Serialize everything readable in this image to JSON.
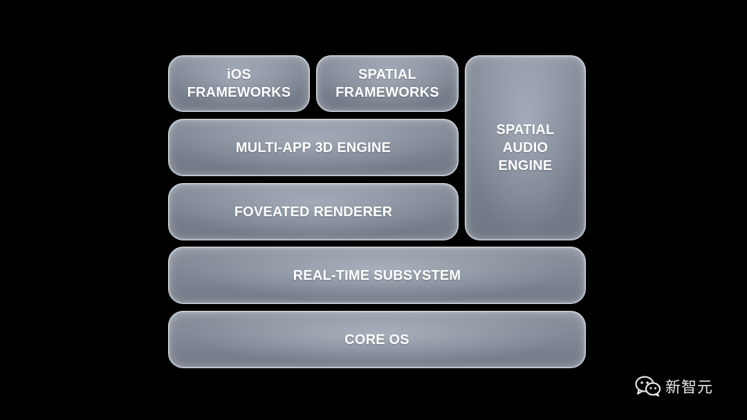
{
  "diagram": {
    "blocks": {
      "ios_frameworks": {
        "lines": [
          "iOS",
          "FRAMEWORKS"
        ]
      },
      "spatial_frameworks": {
        "lines": [
          "SPATIAL",
          "FRAMEWORKS"
        ]
      },
      "spatial_audio_engine": {
        "lines": [
          "SPATIAL",
          "AUDIO",
          "ENGINE"
        ]
      },
      "multi_app_3d_engine": {
        "label": "MULTI-APP 3D ENGINE"
      },
      "foveated_renderer": {
        "label": "FOVEATED RENDERER"
      },
      "real_time_subsystem": {
        "label": "REAL-TIME SUBSYSTEM"
      },
      "core_os": {
        "label": "CORE OS"
      }
    }
  },
  "watermark": {
    "icon": "wechat-icon",
    "text": "新智元"
  },
  "colors": {
    "background": "#000000",
    "block_fill": "#7d8592",
    "block_border": "#ebf0f8",
    "text": "#ffffff"
  }
}
